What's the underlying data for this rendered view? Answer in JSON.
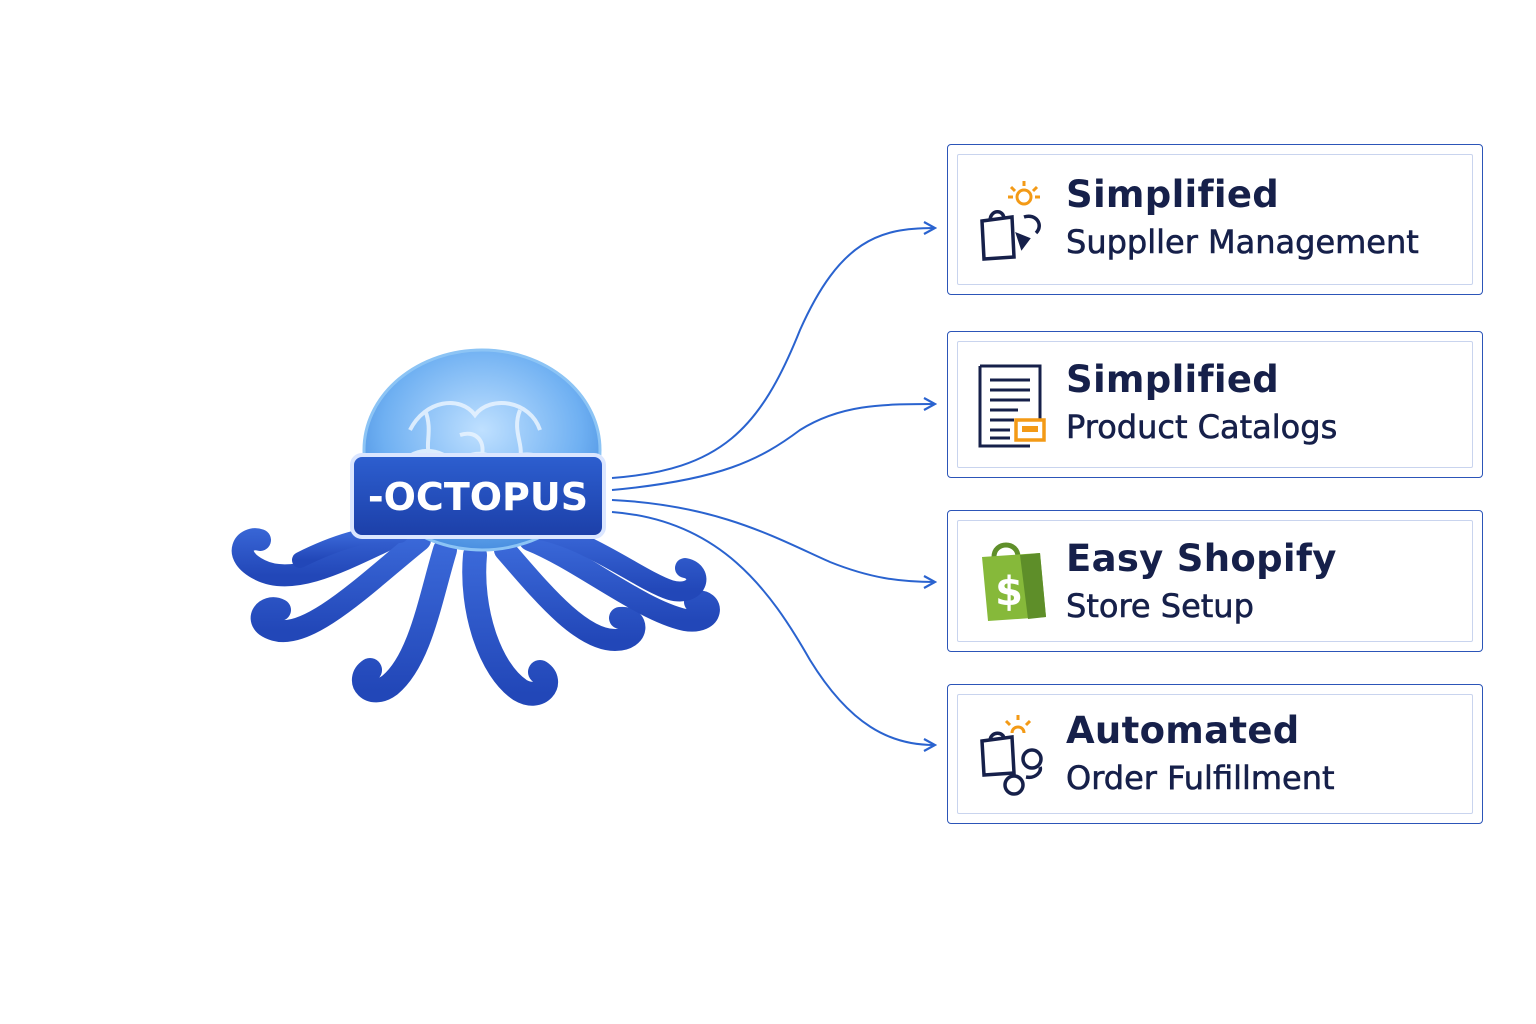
{
  "brand": {
    "name": "-OCTOPUS",
    "color": "#2f5fd0"
  },
  "connector_color": "#2a63cf",
  "cards": [
    {
      "title": "Simplified",
      "subtitle": "Suppller Management",
      "icon": "supplier-icon"
    },
    {
      "title": "Simplified",
      "subtitle": "Product Catalogs",
      "icon": "catalog-document-icon"
    },
    {
      "title": "Easy Shopify",
      "subtitle": "Store Setup",
      "icon": "shopify-bag-icon"
    },
    {
      "title": "Automated",
      "subtitle": "Order Fulfillment",
      "icon": "fulfillment-icon"
    }
  ]
}
